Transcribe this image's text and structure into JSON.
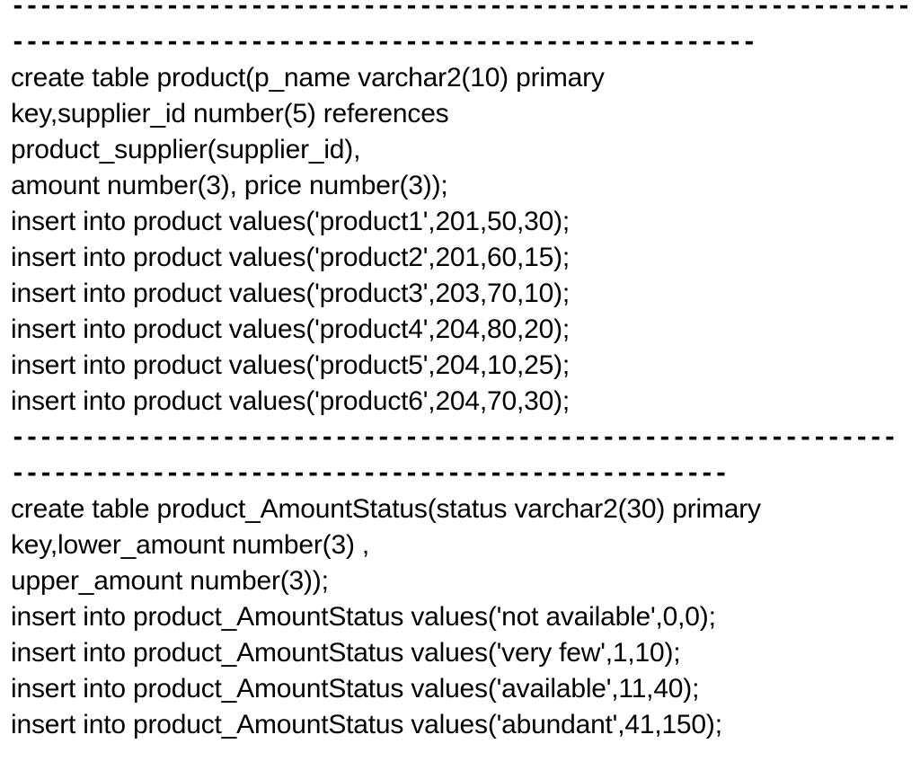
{
  "colors": {
    "background": "#ffffff",
    "text": "#000000"
  },
  "lines": [
    {
      "kind": "separator",
      "text": "----------------------------------------------------------------"
    },
    {
      "kind": "separator",
      "text": "-----------------------------------------------------"
    },
    {
      "kind": "code",
      "text": "create table product(p_name varchar2(10) primary"
    },
    {
      "kind": "code",
      "text": "key,supplier_id number(5) references"
    },
    {
      "kind": "code",
      "text": "product_supplier(supplier_id),"
    },
    {
      "kind": "code",
      "text": "amount number(3), price number(3));"
    },
    {
      "kind": "code",
      "text": "insert into product values('product1',201,50,30);"
    },
    {
      "kind": "code",
      "text": "insert into product values('product2',201,60,15);"
    },
    {
      "kind": "code",
      "text": "insert into product values('product3',203,70,10);"
    },
    {
      "kind": "code",
      "text": "insert into product values('product4',204,80,20);"
    },
    {
      "kind": "code",
      "text": "insert into product values('product5',204,10,25);"
    },
    {
      "kind": "code",
      "text": "insert into product values('product6',204,70,30);"
    },
    {
      "kind": "separator",
      "text": "---------------------------------------------------------------"
    },
    {
      "kind": "separator",
      "text": "---------------------------------------------------"
    },
    {
      "kind": "code",
      "text": "create table product_AmountStatus(status varchar2(30) primary"
    },
    {
      "kind": "code",
      "text": "key,lower_amount number(3) ,"
    },
    {
      "kind": "code",
      "text": "upper_amount number(3));"
    },
    {
      "kind": "code",
      "text": "insert into product_AmountStatus values('not available',0,0);"
    },
    {
      "kind": "code",
      "text": "insert into product_AmountStatus values('very few',1,10);"
    },
    {
      "kind": "code",
      "text": "insert into product_AmountStatus values('available',11,40);"
    },
    {
      "kind": "code",
      "text": "insert into product_AmountStatus values('abundant',41,150);"
    }
  ]
}
